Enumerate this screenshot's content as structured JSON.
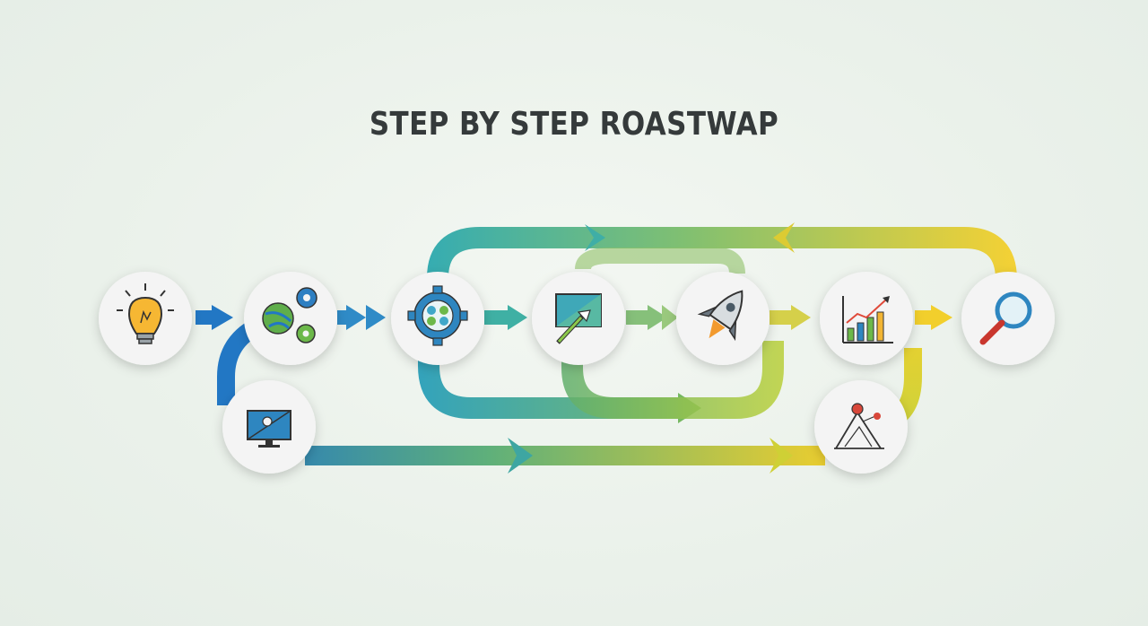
{
  "title": "STEP BY STEP ROASTWAP",
  "steps": [
    {
      "id": "idea",
      "icon": "lightbulb-icon"
    },
    {
      "id": "plan",
      "icon": "gears-globe-icon"
    },
    {
      "id": "process",
      "icon": "cog-network-icon"
    },
    {
      "id": "design",
      "icon": "design-screen-icon"
    },
    {
      "id": "launch",
      "icon": "rocket-icon"
    },
    {
      "id": "growth",
      "icon": "bar-chart-icon"
    },
    {
      "id": "review",
      "icon": "magnifier-icon"
    },
    {
      "id": "monitor",
      "icon": "monitor-icon"
    },
    {
      "id": "goal",
      "icon": "mountain-flag-icon"
    }
  ],
  "colors": {
    "blue": "#2277c4",
    "teal": "#2aa8b0",
    "green": "#6cb36a",
    "lime": "#b8cf3a",
    "yellow": "#f2cf2c",
    "title": "#353a3b",
    "circle": "#f4f4f4"
  }
}
